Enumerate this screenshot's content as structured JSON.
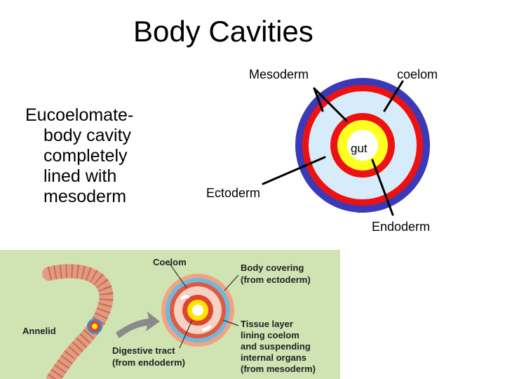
{
  "title": "Body Cavities",
  "bullet": {
    "line1": "Eucoelomate-",
    "line2": "body cavity",
    "line3": "completely",
    "line4": "lined with",
    "line5": "mesoderm"
  },
  "diagram": {
    "mesoderm": "Mesoderm",
    "coelom": "coelom",
    "gut": "gut",
    "ectoderm": "Ectoderm",
    "endoderm": "Endoderm",
    "colors": {
      "ectoderm": "#3a3ab8",
      "mesoderm": "#ee1111",
      "coelom": "#d6ecfa",
      "endoderm": "#ffff22",
      "gut_lumen": "#ffffff"
    }
  },
  "illustration": {
    "coelom": "Coelom",
    "body_covering_1": "Body covering",
    "body_covering_2": "(from ectoderm)",
    "tissue_1": "Tissue layer",
    "tissue_2": "lining coelom",
    "tissue_3": "and suspending",
    "tissue_4": "internal organs",
    "tissue_5": "(from mesoderm)",
    "annelid": "Annelid",
    "digestive_1": "Digestive tract",
    "digestive_2": "(from endoderm)",
    "colors": {
      "background": "#cfe3b3",
      "worm": "#e49a80",
      "worm_ring": "#c26f57",
      "arrow": "#8a8a8a"
    }
  }
}
